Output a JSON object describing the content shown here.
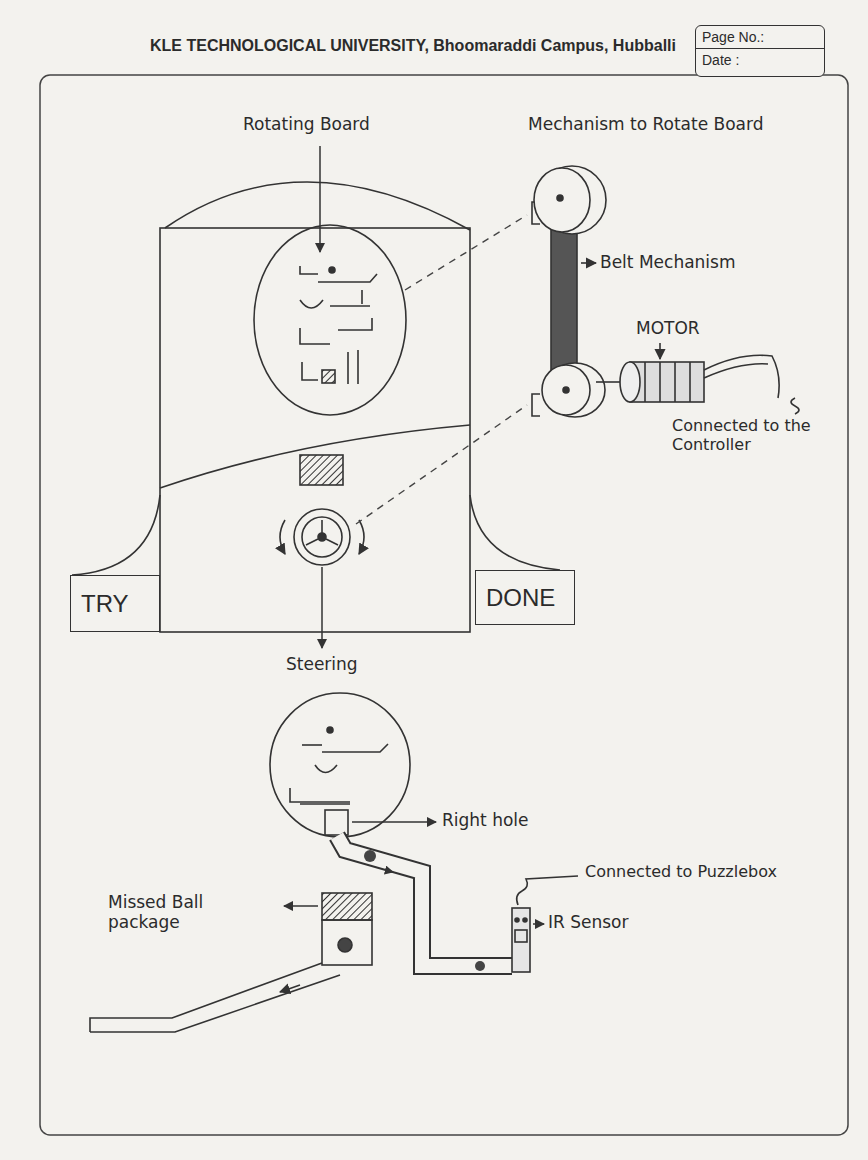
{
  "diagram": {
    "nodes": [
      {
        "text": [
          "Page No.:",
          "Date :"
        ]
      },
      {
        "text": [
          "TRY"
        ]
      },
      {
        "text": [
          "DONE"
        ]
      }
    ],
    "labels": [
      "KLE TECHNOLOGICAL UNIVERSITY, Bhoomaraddi Campus, Hubballi",
      "Rotating Board",
      "Mechanism to Rotate Board",
      "Belt Mechanism",
      "MOTOR",
      "Connected to the Controller",
      "Steering",
      "Right hole",
      "Connected to Puzzlebox",
      "IR Sensor",
      "Missed Ball package"
    ]
  }
}
